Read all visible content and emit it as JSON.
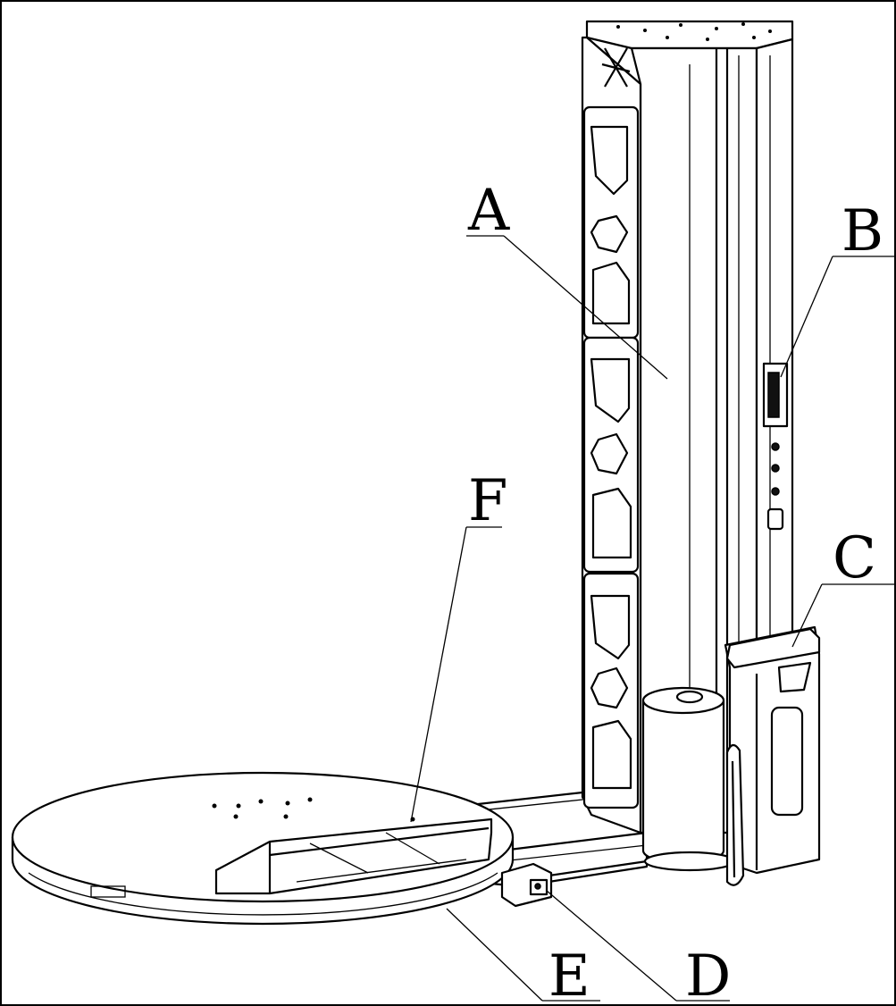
{
  "figure": {
    "labels": [
      {
        "id": "A",
        "text": "A"
      },
      {
        "id": "B",
        "text": "B"
      },
      {
        "id": "C",
        "text": "C"
      },
      {
        "id": "D",
        "text": "D"
      },
      {
        "id": "E",
        "text": "E"
      },
      {
        "id": "F",
        "text": "F"
      }
    ]
  },
  "colors": {
    "line": "#000000",
    "background": "#ffffff"
  }
}
